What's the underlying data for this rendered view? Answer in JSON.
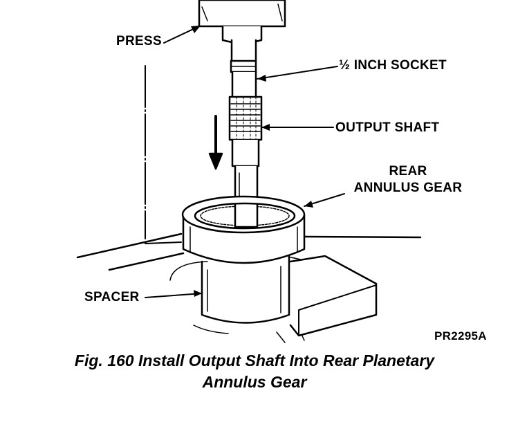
{
  "labels": {
    "press": "PRESS",
    "socket": "½ INCH SOCKET",
    "output_shaft": "OUTPUT SHAFT",
    "rear_annulus_line1": "REAR",
    "rear_annulus_line2": "ANNULUS GEAR",
    "spacer": "SPACER",
    "figure_id": "PR2295A"
  },
  "caption": {
    "line1": "Fig. 160 Install Output Shaft Into Rear Planetary",
    "line2": "Annulus Gear"
  }
}
